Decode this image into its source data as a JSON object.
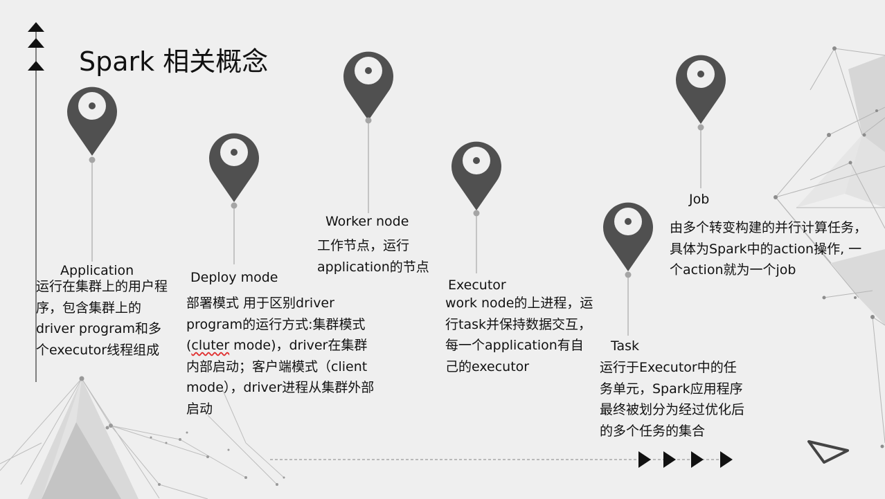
{
  "slide": {
    "title": "Spark 相关概念",
    "concepts": {
      "application": {
        "label": "Application",
        "desc": " 运行在集群上的用户程序，包含集群上的driver program和多个executor线程组成"
      },
      "deploy_mode": {
        "label": "Deploy mode",
        "desc_part1": "部署模式 用于区别driver program的运行方式:集群模式(",
        "desc_squiggle": "cluter",
        "desc_part2": " mode)，driver在集群内部启动；客户端模式（client mode），driver进程从集群外部启动"
      },
      "worker_node": {
        "label": "Worker node",
        "desc": "工作节点，运行application的节点"
      },
      "executor": {
        "label": "Executor",
        "desc": "work node的上进程，运行task并保持数据交互，每一个application有自己的executor"
      },
      "task": {
        "label": "Task",
        "desc": " 运行于Executor中的任务单元，Spark应用程序最终被划分为经过优化后的多个任务的集合"
      },
      "job": {
        "label": "Job",
        "desc": "由多个转变构建的并行计算任务，具体为Spark中的action操作, 一个action就为一个job"
      }
    },
    "colors": {
      "pin": "#505050",
      "line": "#999999",
      "background": "#efefef",
      "arrow": "#111111"
    }
  }
}
